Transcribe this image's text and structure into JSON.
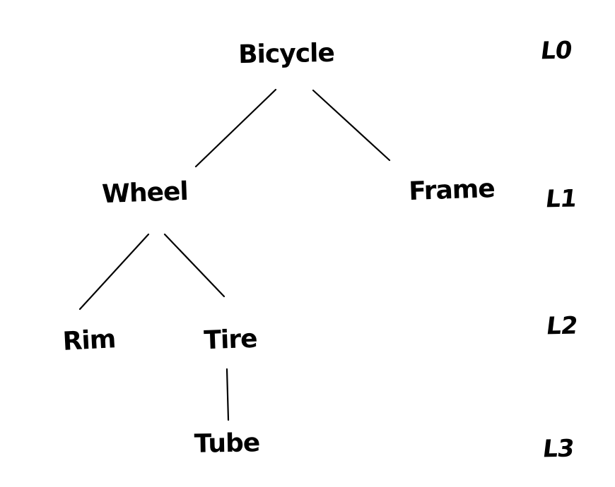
{
  "diagram": {
    "description": "Hand-drawn tree diagram of bicycle component hierarchy",
    "tree": {
      "nodes": [
        {
          "id": "bicycle",
          "label": "Bicycle",
          "level": 0
        },
        {
          "id": "wheel",
          "label": "Wheel",
          "level": 1
        },
        {
          "id": "frame",
          "label": "Frame",
          "level": 1
        },
        {
          "id": "rim",
          "label": "Rim",
          "level": 2
        },
        {
          "id": "tire",
          "label": "Tire",
          "level": 2
        },
        {
          "id": "tube",
          "label": "Tube",
          "level": 3
        }
      ],
      "edges": [
        {
          "from": "Bicycle",
          "to": "Wheel"
        },
        {
          "from": "Bicycle",
          "to": "Frame"
        },
        {
          "from": "Wheel",
          "to": "Rim"
        },
        {
          "from": "Wheel",
          "to": "Tire"
        },
        {
          "from": "Tire",
          "to": "Tube"
        }
      ]
    },
    "level_labels": [
      {
        "label": "L0"
      },
      {
        "label": "L1"
      },
      {
        "label": "L2"
      },
      {
        "label": "L3"
      }
    ],
    "colors": {
      "ink": "#000000",
      "background": "#ffffff"
    }
  }
}
